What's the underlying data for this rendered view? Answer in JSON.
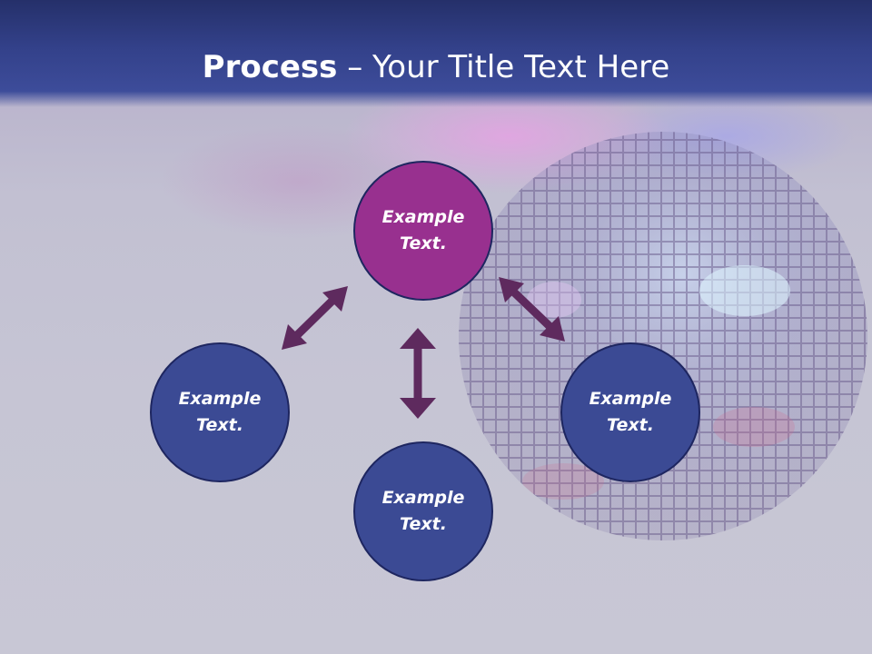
{
  "title": {
    "bold": "Process",
    "separator": " – ",
    "rest": "Your Title Text Here"
  },
  "nodes": {
    "top": {
      "label": "Example Text.",
      "color": "#98308f"
    },
    "left": {
      "label": "Example Text.",
      "color": "#3b4a94"
    },
    "right": {
      "label": "Example Text.",
      "color": "#3b4a94"
    },
    "bottom": {
      "label": "Example Text.",
      "color": "#3b4a94"
    }
  },
  "colors": {
    "arrow": "#5e2a5e",
    "header": "#33418a",
    "node_border": "#1e2660"
  }
}
